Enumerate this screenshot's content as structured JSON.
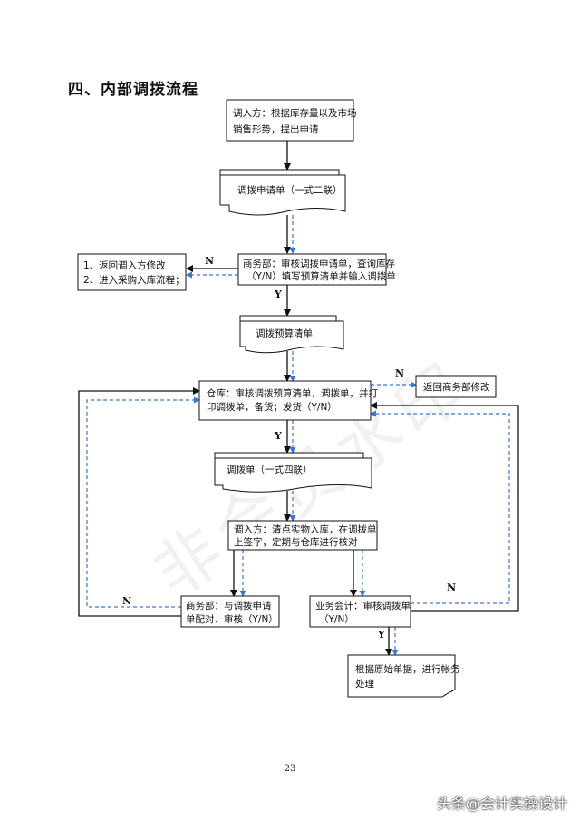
{
  "page": {
    "title": "四、内部调拨流程",
    "page_number": "23",
    "watermark": "非会员水印",
    "footer_mark": "头条@会计实操设计"
  },
  "flow": {
    "step1": [
      "调入方：根据库存量以及市场",
      "销售形势，提出申请"
    ],
    "doc1": "调拨申请单（一式二联）",
    "step2": [
      "商务部：审核调拨申请单，查询库存",
      "（Y/N）填写预算清单并输入调拨单"
    ],
    "reject1": [
      "1、返回调入方修改",
      "2、进入采购入库流程；"
    ],
    "doc2": "调拨预算清单",
    "step3": [
      "仓库：审核调拨预算清单，调拨单，并打",
      "印调拨单，备货；发货（Y/N）"
    ],
    "reject2": "返回商务部修改",
    "doc3": "调拨单（一式四联）",
    "step4": [
      "调入方：清点实物入库，在调拨单",
      "上签字，定期与仓库进行核对"
    ],
    "step5": [
      "商务部：与调拨申请",
      "单配对、审核（Y/N）"
    ],
    "step6": [
      "业务会计：审核调拨单",
      "（Y/N）"
    ],
    "step7": [
      "根据原始单据，进行帐务",
      "处理"
    ],
    "yes": "Y",
    "no": "N"
  }
}
